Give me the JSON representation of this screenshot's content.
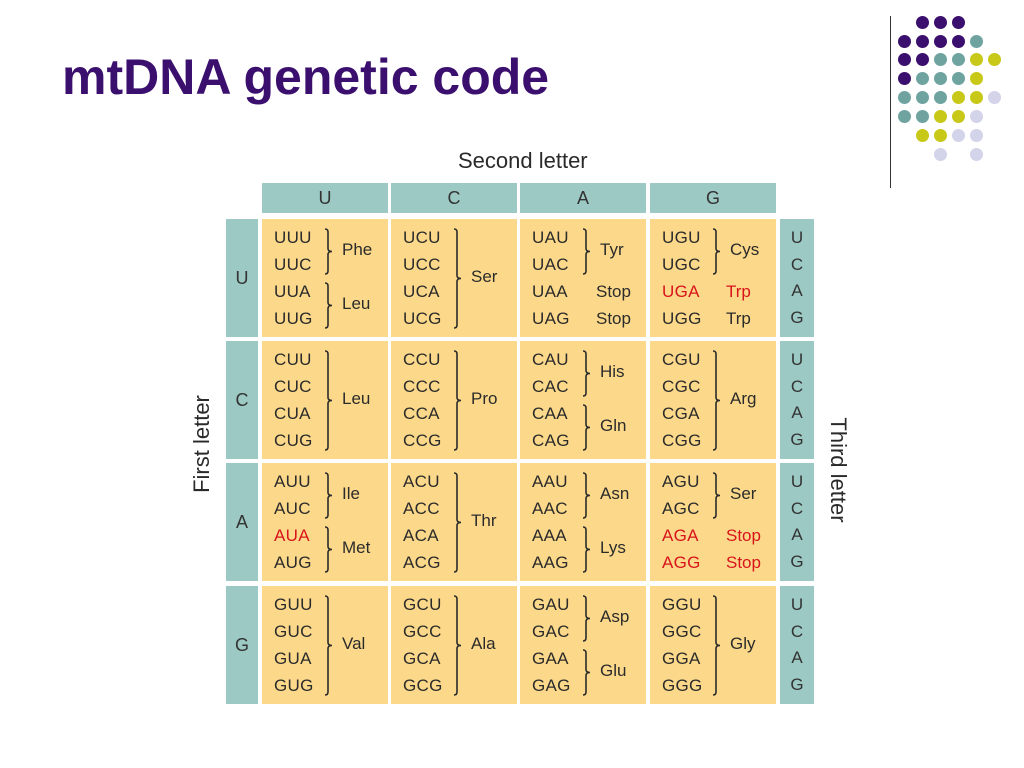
{
  "title": "mtDNA genetic code",
  "labels": {
    "second_letter": "Second letter",
    "first_letter": "First letter",
    "third_letter": "Third letter"
  },
  "columns": [
    "U",
    "C",
    "A",
    "G"
  ],
  "rows": [
    "U",
    "C",
    "A",
    "G"
  ],
  "third_bases": [
    "U",
    "C",
    "A",
    "G"
  ],
  "colors": {
    "title": "#3b0f6e",
    "header_bg": "#9cc9c3",
    "cell_bg": "#fcd98a",
    "highlight_red": "#d8141b",
    "dot_purple": "#3b0f6e",
    "dot_teal": "#6fa3a0",
    "dot_yellow": "#c8c819",
    "dot_lavender": "#d3d3ea"
  },
  "cells": [
    [
      {
        "codons": [
          "UUU",
          "UUC",
          "UUA",
          "UUG"
        ],
        "red": [],
        "groups": [
          {
            "start": 0,
            "end": 1,
            "aa": "Phe"
          },
          {
            "start": 2,
            "end": 3,
            "aa": "Leu"
          }
        ]
      },
      {
        "codons": [
          "UCU",
          "UCC",
          "UCA",
          "UCG"
        ],
        "red": [],
        "groups": [
          {
            "start": 0,
            "end": 3,
            "aa": "Ser"
          }
        ]
      },
      {
        "codons": [
          "UAU",
          "UAC",
          "UAA",
          "UAG"
        ],
        "red": [],
        "groups": [
          {
            "start": 0,
            "end": 1,
            "aa": "Tyr"
          },
          {
            "start": 2,
            "end": 2,
            "aa": "Stop",
            "nobrace": true
          },
          {
            "start": 3,
            "end": 3,
            "aa": "Stop",
            "nobrace": true
          }
        ]
      },
      {
        "codons": [
          "UGU",
          "UGC",
          "UGA",
          "UGG"
        ],
        "red": [
          2
        ],
        "groups": [
          {
            "start": 0,
            "end": 1,
            "aa": "Cys"
          },
          {
            "start": 2,
            "end": 2,
            "aa": "Trp",
            "nobrace": true,
            "red": true
          },
          {
            "start": 3,
            "end": 3,
            "aa": "Trp",
            "nobrace": true
          }
        ]
      }
    ],
    [
      {
        "codons": [
          "CUU",
          "CUC",
          "CUA",
          "CUG"
        ],
        "red": [],
        "groups": [
          {
            "start": 0,
            "end": 3,
            "aa": "Leu"
          }
        ]
      },
      {
        "codons": [
          "CCU",
          "CCC",
          "CCA",
          "CCG"
        ],
        "red": [],
        "groups": [
          {
            "start": 0,
            "end": 3,
            "aa": "Pro"
          }
        ]
      },
      {
        "codons": [
          "CAU",
          "CAC",
          "CAA",
          "CAG"
        ],
        "red": [],
        "groups": [
          {
            "start": 0,
            "end": 1,
            "aa": "His"
          },
          {
            "start": 2,
            "end": 3,
            "aa": "Gln"
          }
        ]
      },
      {
        "codons": [
          "CGU",
          "CGC",
          "CGA",
          "CGG"
        ],
        "red": [],
        "groups": [
          {
            "start": 0,
            "end": 3,
            "aa": "Arg"
          }
        ]
      }
    ],
    [
      {
        "codons": [
          "AUU",
          "AUC",
          "AUA",
          "AUG"
        ],
        "red": [
          2
        ],
        "groups": [
          {
            "start": 0,
            "end": 1,
            "aa": "Ile"
          },
          {
            "start": 2,
            "end": 3,
            "aa": "Met"
          }
        ]
      },
      {
        "codons": [
          "ACU",
          "ACC",
          "ACA",
          "ACG"
        ],
        "red": [],
        "groups": [
          {
            "start": 0,
            "end": 3,
            "aa": "Thr"
          }
        ]
      },
      {
        "codons": [
          "AAU",
          "AAC",
          "AAA",
          "AAG"
        ],
        "red": [],
        "groups": [
          {
            "start": 0,
            "end": 1,
            "aa": "Asn"
          },
          {
            "start": 2,
            "end": 3,
            "aa": "Lys"
          }
        ]
      },
      {
        "codons": [
          "AGU",
          "AGC",
          "AGA",
          "AGG"
        ],
        "red": [
          2,
          3
        ],
        "groups": [
          {
            "start": 0,
            "end": 1,
            "aa": "Ser"
          },
          {
            "start": 2,
            "end": 2,
            "aa": "Stop",
            "nobrace": true,
            "red": true
          },
          {
            "start": 3,
            "end": 3,
            "aa": "Stop",
            "nobrace": true,
            "red": true
          }
        ]
      }
    ],
    [
      {
        "codons": [
          "GUU",
          "GUC",
          "GUA",
          "GUG"
        ],
        "red": [],
        "groups": [
          {
            "start": 0,
            "end": 3,
            "aa": "Val"
          }
        ]
      },
      {
        "codons": [
          "GCU",
          "GCC",
          "GCA",
          "GCG"
        ],
        "red": [],
        "groups": [
          {
            "start": 0,
            "end": 3,
            "aa": "Ala"
          }
        ]
      },
      {
        "codons": [
          "GAU",
          "GAC",
          "GAA",
          "GAG"
        ],
        "red": [],
        "groups": [
          {
            "start": 0,
            "end": 1,
            "aa": "Asp"
          },
          {
            "start": 2,
            "end": 3,
            "aa": "Glu"
          }
        ]
      },
      {
        "codons": [
          "GGU",
          "GGC",
          "GGA",
          "GGG"
        ],
        "red": [],
        "groups": [
          {
            "start": 0,
            "end": 3,
            "aa": "Gly"
          }
        ]
      }
    ]
  ]
}
